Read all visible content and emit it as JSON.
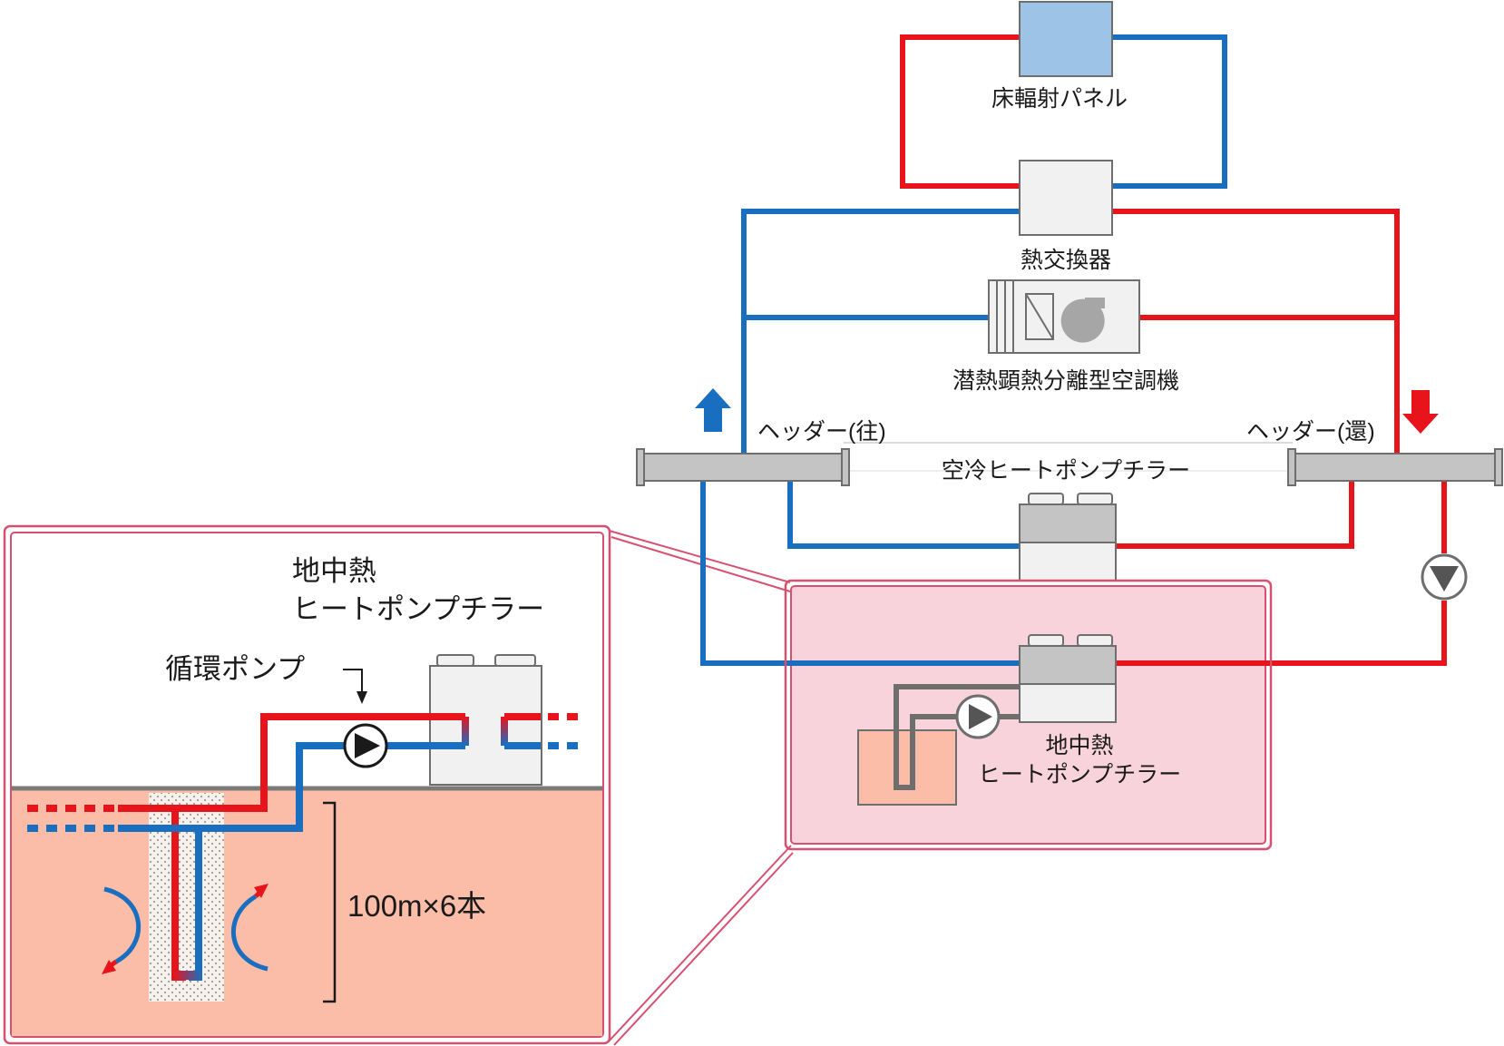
{
  "colors": {
    "supply": "#e8141c",
    "return": "#1a6ec0",
    "ground": "#fbbda8",
    "zoom_frame": "#d85070",
    "zoom_fill": "#f8d3dc",
    "equipment_gray": "#c4c4c4",
    "panel_blue": "#9dc3e6"
  },
  "labels": {
    "floor_panel": "床輻射パネル",
    "heat_exchanger": "熱交換器",
    "ahu": "潜熱顕熱分離型空調機",
    "header_supply": "ヘッダー(往)",
    "header_return": "ヘッダー(還)",
    "air_chiller": "空冷ヒートポンプチラー",
    "geo_chiller_line1": "地中熱",
    "geo_chiller_line2": "ヒートポンプチラー",
    "detail_title_line1": "地中熱",
    "detail_title_line2": "ヒートポンプチラー",
    "circ_pump": "循環ポンプ",
    "borehole": "100m×6本"
  },
  "icons": {
    "flow_up": "arrow-up-icon",
    "flow_down": "arrow-down-icon",
    "pump": "pump-icon",
    "fan": "fan-icon",
    "filter": "filter-icon",
    "bracket": "bracket-icon"
  }
}
